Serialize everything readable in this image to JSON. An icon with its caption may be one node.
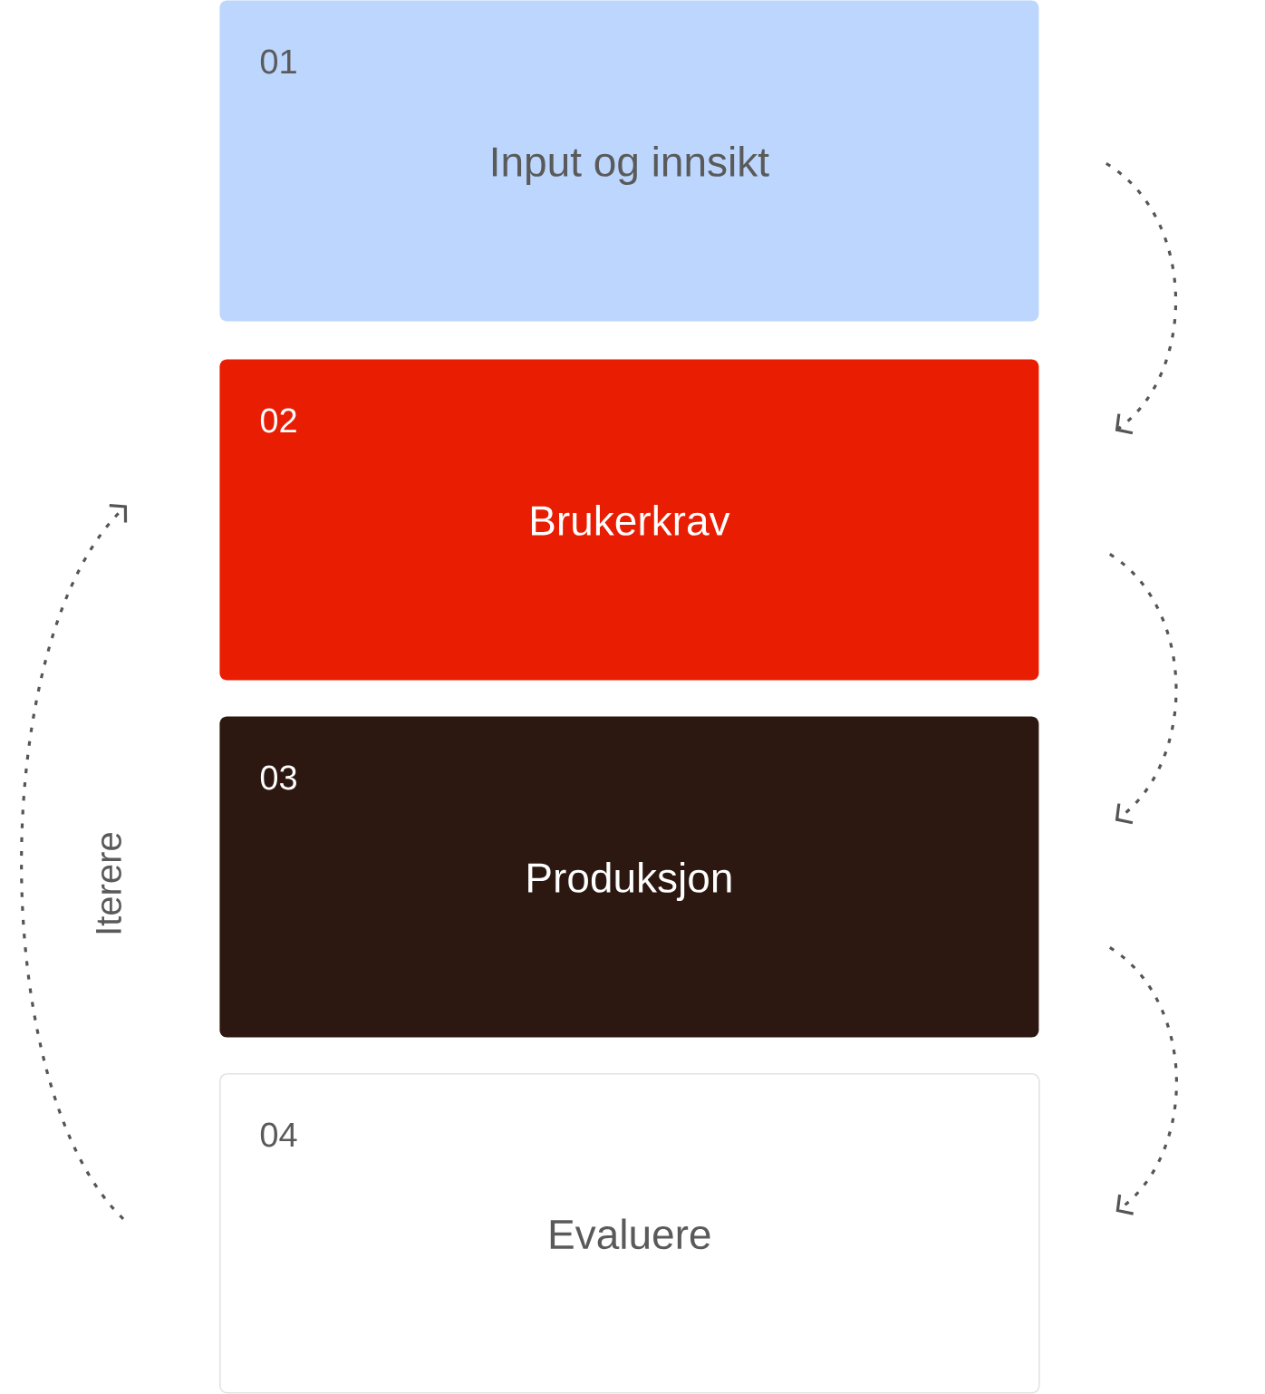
{
  "diagram": {
    "nodes": [
      {
        "text": [
          "01",
          "Input og innsikt"
        ]
      },
      {
        "text": [
          "02",
          "Brukerkrav"
        ]
      },
      {
        "text": [
          "03",
          "Produksjon"
        ]
      },
      {
        "text": [
          "04",
          "Evaluere"
        ]
      }
    ],
    "edges": [
      {
        "from": 0,
        "to": 1,
        "arrow": "to",
        "style": "dashed"
      },
      {
        "from": 1,
        "to": 2,
        "arrow": "to",
        "style": "dashed"
      },
      {
        "from": 2,
        "to": 3,
        "arrow": "to",
        "style": "dashed"
      },
      {
        "from": 3,
        "to": 1,
        "arrow": "to",
        "style": "dashed",
        "label": "Iterere"
      }
    ]
  }
}
